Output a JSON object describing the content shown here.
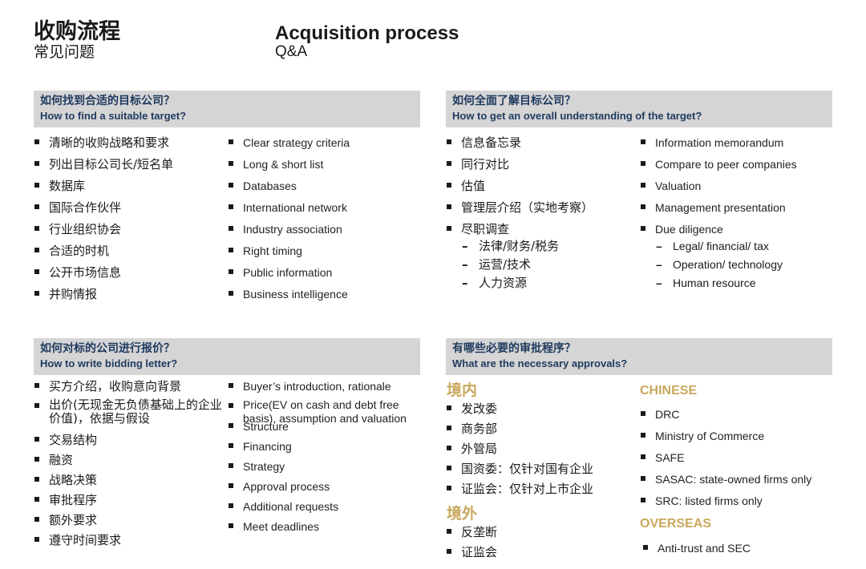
{
  "page": {
    "title_zh": "收购流程",
    "subtitle_zh": "常见问题",
    "title_en": "Acquisition process",
    "subtitle_en": "Q&A"
  },
  "sections": [
    {
      "header_zh": "如何找到合适的目标公司？",
      "header_en": "How to find a suitable target?",
      "items_zh": [
        "清晰的收购战略和要求",
        "列出目标公司长/短名单",
        "数据库",
        "国际合作伙伴",
        "行业组织协会",
        "合适的时机",
        "公开市场信息",
        "并购情报"
      ],
      "items_en": [
        "Clear strategy criteria",
        "Long & short list",
        "Databases",
        "International network",
        "Industry association",
        "Right timing",
        "Public information",
        "Business intelligence"
      ]
    },
    {
      "header_zh": "如何全面了解目标公司？",
      "header_en": "How to get an overall understanding  of the target?",
      "items_zh": [
        "信息备忘录",
        "同行对比",
        "估值",
        "管理层介绍（实地考察）",
        "尽职调查"
      ],
      "subitems_zh": [
        "法律/财务/税务",
        "运营/技术",
        "人力资源"
      ],
      "items_en": [
        "Information memorandum",
        "Compare to peer companies",
        "Valuation",
        "Management presentation",
        "Due diligence"
      ],
      "subitems_en": [
        "Legal/ financial/ tax",
        "Operation/ technology",
        "Human resource"
      ]
    },
    {
      "header_zh": "如何对标的公司进行报价？",
      "header_en": "How to write bidding letter?",
      "items_zh": [
        "买方介绍，收购意向背景",
        "出价(无现金无负债基础上的企业价值)，依据与假设",
        "交易结构",
        "融资",
        "战略决策",
        "审批程序",
        "额外要求",
        "遵守时间要求"
      ],
      "items_en": [
        "Buyer’s introduction, rationale",
        "Price(EV on cash and debt free basis), assumption and valuation",
        "Structure",
        "Financing",
        "Strategy",
        "Approval process",
        "Additional requests",
        "Meet deadlines"
      ]
    },
    {
      "header_zh": "有哪些必要的审批程序？",
      "header_en": "What are the necessary approvals?",
      "domestic_zh": "境内",
      "domestic_items_zh": [
        "发改委",
        "商务部",
        "外管局",
        "国资委：仅针对国有企业",
        "证监会：仅针对上市企业"
      ],
      "overseas_zh": "境外",
      "overseas_items_zh": [
        "反垄断",
        "证监会"
      ],
      "domestic_en": "CHINESE",
      "domestic_items_en": [
        "DRC",
        "Ministry of Commerce",
        "SAFE",
        "SASAC: state-owned firms only",
        "SRC: listed firms only"
      ],
      "overseas_en": "OVERSEAS",
      "overseas_items_en": [
        "Anti-trust and SEC"
      ]
    }
  ],
  "colors": {
    "header_bg": "#d5d5d5",
    "header_text": "#1f3a5f",
    "accent_gold": "#c8a85c"
  }
}
